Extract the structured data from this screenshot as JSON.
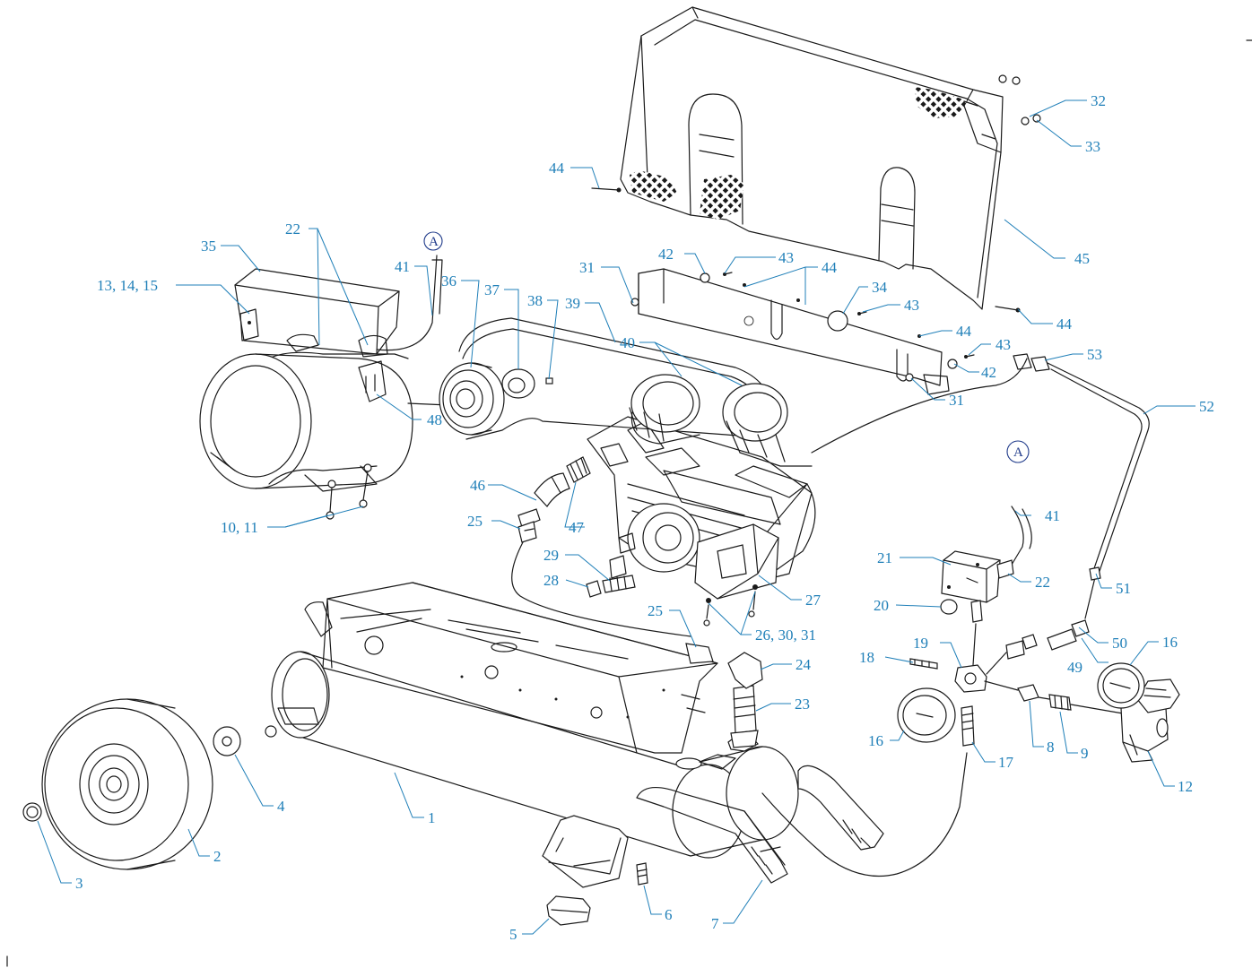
{
  "diagram": {
    "callouts": {
      "c1": "1",
      "c2": "2",
      "c3": "3",
      "c4": "4",
      "c5": "5",
      "c6": "6",
      "c7": "7",
      "c8": "8",
      "c9": "9",
      "c10_11": "10, 11",
      "c12": "12",
      "c13_14_15": "13, 14, 15",
      "c16a": "16",
      "c16b": "16",
      "c17": "17",
      "c18": "18",
      "c19": "19",
      "c20": "20",
      "c21": "21",
      "c22a": "22",
      "c22b": "22",
      "c23": "23",
      "c24": "24",
      "c25a": "25",
      "c25b": "25",
      "c26_30_31": "26, 30, 31",
      "c27": "27",
      "c28": "28",
      "c29": "29",
      "c31a": "31",
      "c31b": "31",
      "c32": "32",
      "c33": "33",
      "c34": "34",
      "c35": "35",
      "c36": "36",
      "c37": "37",
      "c38": "38",
      "c39": "39",
      "c40": "40",
      "c41a": "41",
      "c41b": "41",
      "c42a": "42",
      "c42b": "42",
      "c43a": "43",
      "c43b": "43",
      "c43c": "43",
      "c44a": "44",
      "c44b": "44",
      "c44c": "44",
      "c44d": "44",
      "c45": "45",
      "c46": "46",
      "c47": "47",
      "c48": "48",
      "c49": "49",
      "c50": "50",
      "c51": "51",
      "c52": "52",
      "c53": "53"
    },
    "connection_markers": {
      "a1": "A",
      "a2": "A"
    },
    "colors": {
      "callout": "#1f7fb8",
      "connection_marker": "#1f3a8a",
      "linework": "#1a1a1a"
    }
  }
}
